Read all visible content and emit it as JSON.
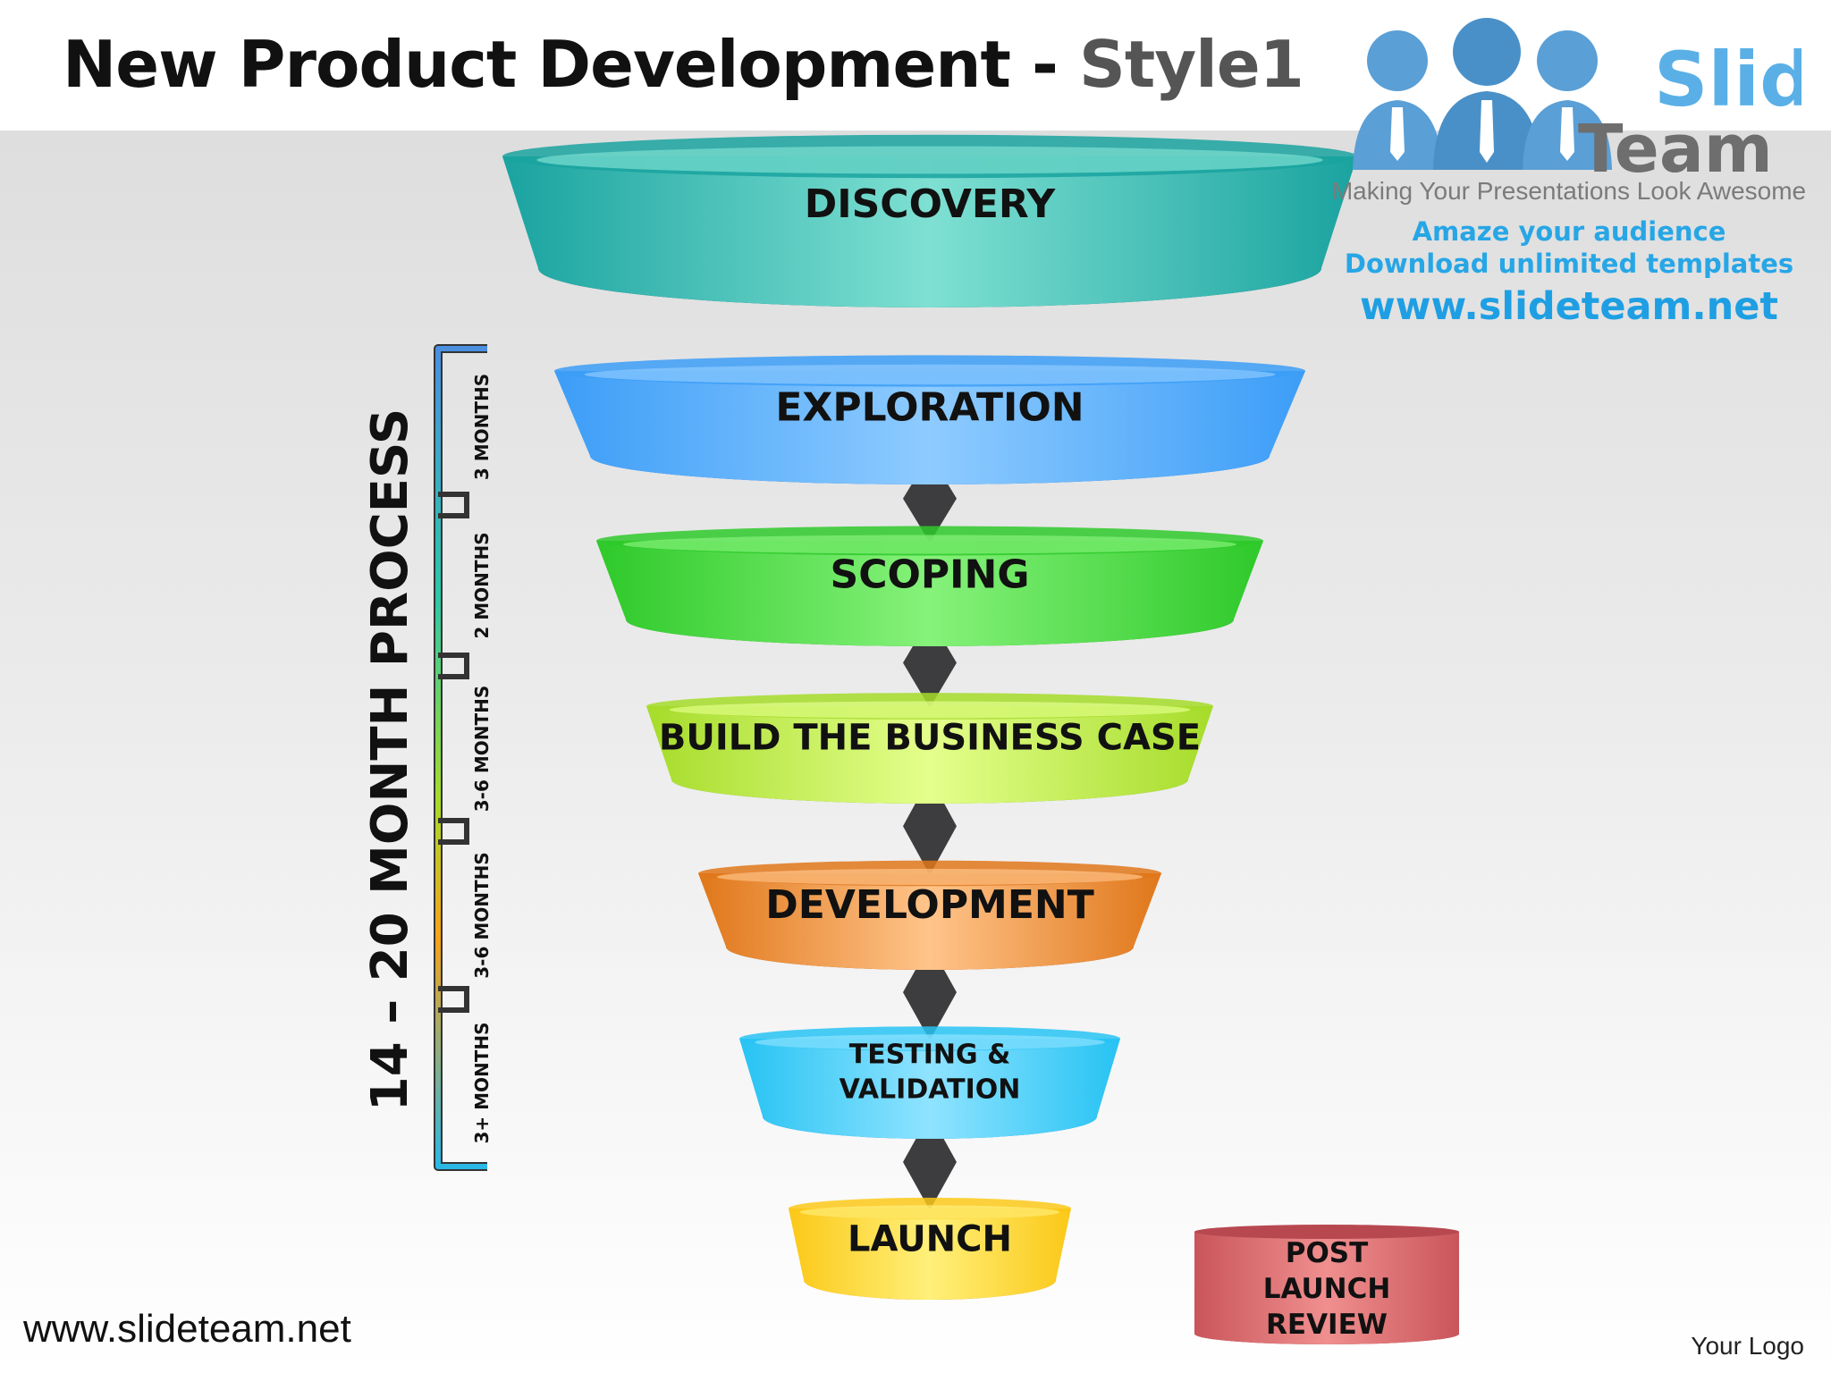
{
  "title": {
    "main": "New Product Development - ",
    "sub": "Style1"
  },
  "logo": {
    "brand_line1": "Slide",
    "brand_line2": "Team",
    "tagline": "Making Your Presentations Look Awesome",
    "promo_line1": "Amaze your audience",
    "promo_line2": "Download unlimited templates",
    "promo_url": "www.slideteam.net",
    "colors": {
      "people": "#4a90c8",
      "text": "#27a6e6",
      "team": "#6e6e6e"
    }
  },
  "process": {
    "label": "14 – 20 MONTH PROCESS",
    "durations": [
      "3 MONTHS",
      "2 MONTHS",
      "3-6 MONTHS",
      "3-6 MONTHS",
      "3+ MONTHS"
    ]
  },
  "stages": [
    {
      "lines": [
        "DISCOVERY"
      ],
      "color_top": "#7ee0d2",
      "color_mid": "#1aa3a0",
      "color_dark": "#0b6e6e"
    },
    {
      "lines": [
        "EXPLORATION"
      ],
      "color_top": "#8ecbff",
      "color_mid": "#3c9df7",
      "color_dark": "#1670e6"
    },
    {
      "lines": [
        "SCOPING"
      ],
      "color_top": "#86f27a",
      "color_mid": "#2ec92a",
      "color_dark": "#15961a"
    },
    {
      "lines": [
        "BUILD THE BUSINESS CASE"
      ],
      "color_top": "#e4ff8c",
      "color_mid": "#a6dc2a",
      "color_dark": "#6a9e12"
    },
    {
      "lines": [
        "DEVELOPMENT"
      ],
      "color_top": "#ffc48a",
      "color_mid": "#e0771a",
      "color_dark": "#a84d0a"
    },
    {
      "lines": [
        "TESTING &",
        "VALIDATION"
      ],
      "color_top": "#8fe3ff",
      "color_mid": "#27c3f3",
      "color_dark": "#0a8fd0"
    },
    {
      "lines": [
        "LAUNCH"
      ],
      "color_top": "#fff07a",
      "color_mid": "#fbc817",
      "color_dark": "#d89a06"
    }
  ],
  "post_launch": {
    "lines": [
      "POST",
      "LAUNCH",
      "REVIEW"
    ],
    "color": "#c9555a",
    "color_light": "#f08f8f"
  },
  "footer": {
    "url": "www.slideteam.net",
    "logo_placeholder": "Your Logo"
  }
}
